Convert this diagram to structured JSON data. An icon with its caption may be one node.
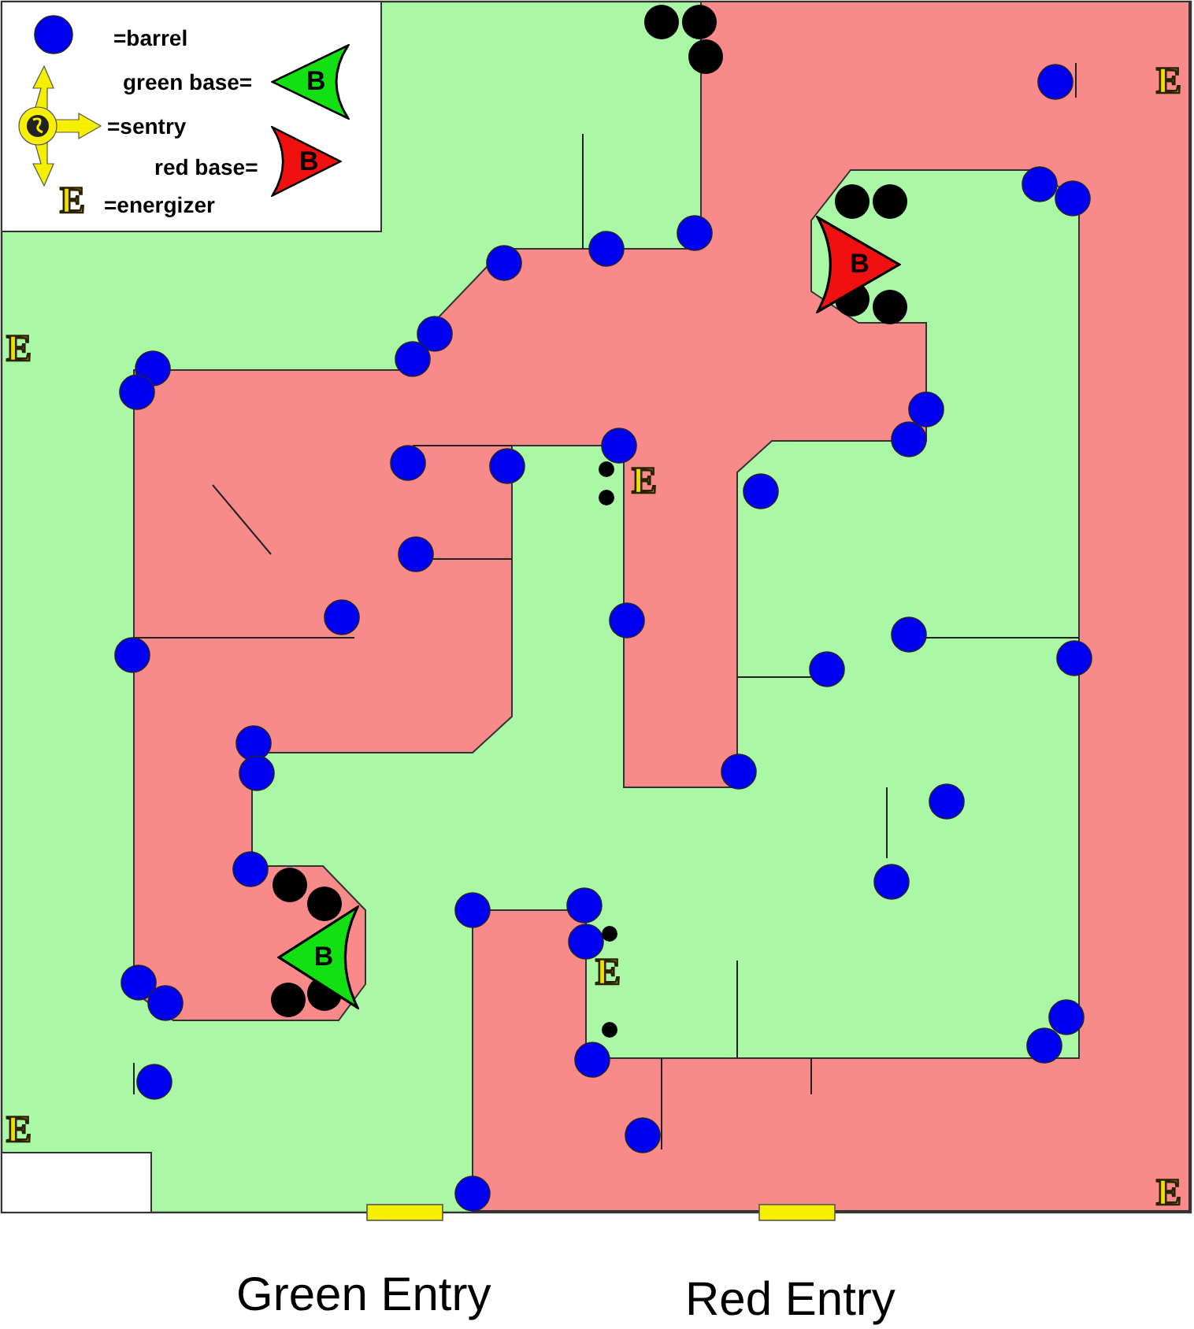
{
  "diagram": {
    "nodes": [
      {
        "text": [
          "B"
        ]
      },
      {
        "text": [
          "B"
        ]
      },
      {
        "text": [
          "B"
        ]
      },
      {
        "text": [
          "B"
        ]
      }
    ],
    "labels": [
      "E",
      "E",
      "E",
      "E",
      "E",
      "E",
      "E",
      "Green Entry",
      "Red Entry"
    ],
    "legend": [
      {
        "text": "=barrel"
      },
      {
        "text": "green base="
      },
      {
        "text": "=sentry"
      },
      {
        "text": "red base="
      },
      {
        "text": "=energizer"
      }
    ]
  }
}
